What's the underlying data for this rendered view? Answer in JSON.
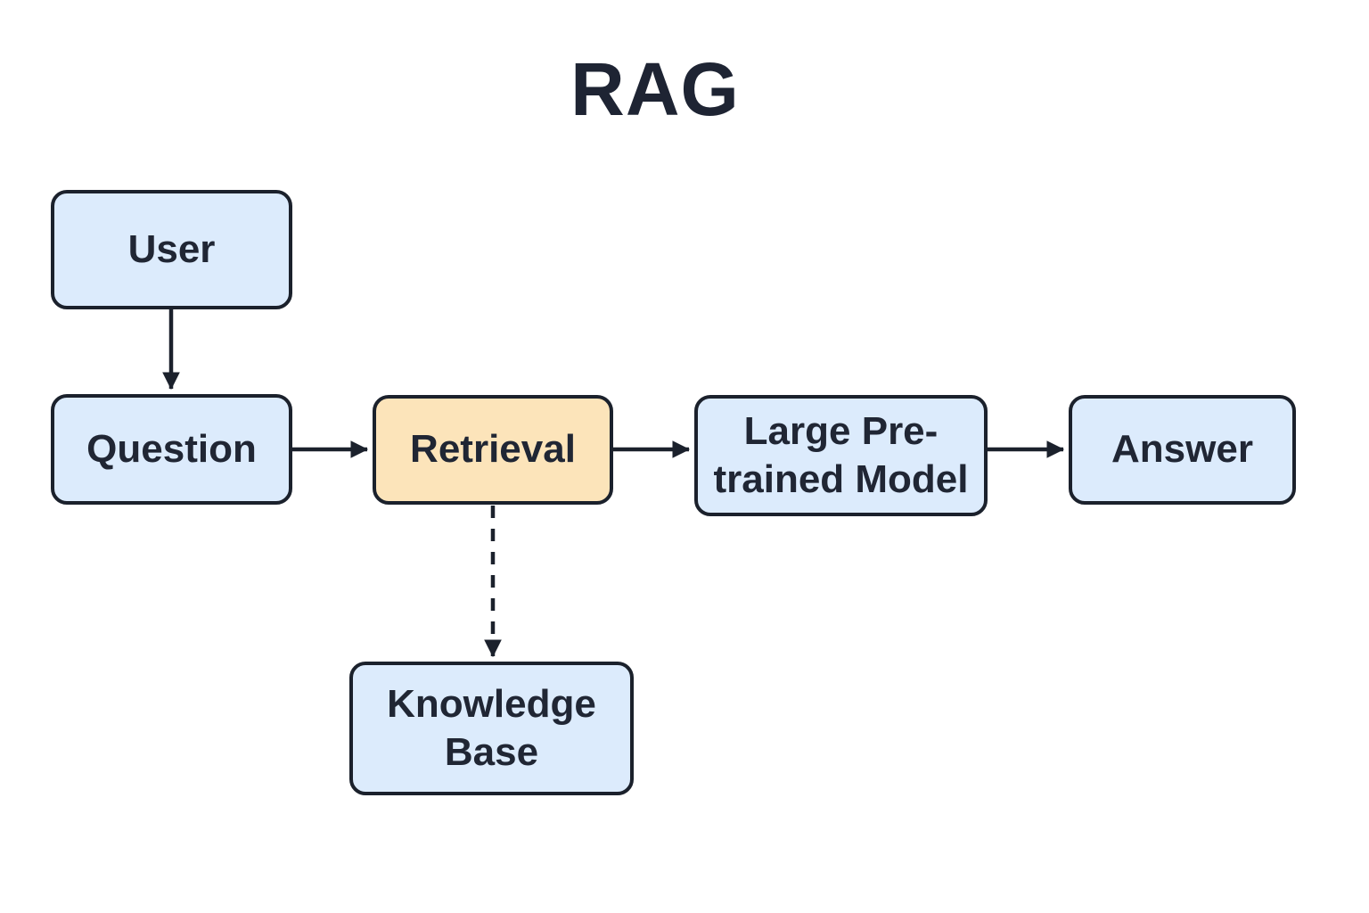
{
  "title": "RAG",
  "colors": {
    "background": "#ffffff",
    "box_fill_blue": "#dcebfc",
    "box_fill_orange": "#fce4ba",
    "stroke": "#1b212c",
    "text": "#202634"
  },
  "nodes": {
    "user": {
      "label": "User",
      "fill": "blue"
    },
    "question": {
      "label": "Question",
      "fill": "blue"
    },
    "retrieval": {
      "label": "Retrieval",
      "fill": "orange"
    },
    "model": {
      "label": "Large Pre-\ntrained Model",
      "fill": "blue"
    },
    "answer": {
      "label": "Answer",
      "fill": "blue"
    },
    "knowledge_base": {
      "label": "Knowledge\nBase",
      "fill": "blue"
    }
  },
  "edges": [
    {
      "from": "user",
      "to": "question",
      "style": "solid",
      "direction": "down"
    },
    {
      "from": "question",
      "to": "retrieval",
      "style": "solid",
      "direction": "right"
    },
    {
      "from": "retrieval",
      "to": "model",
      "style": "solid",
      "direction": "right"
    },
    {
      "from": "model",
      "to": "answer",
      "style": "solid",
      "direction": "right"
    },
    {
      "from": "retrieval",
      "to": "knowledge_base",
      "style": "dashed",
      "direction": "down"
    }
  ]
}
